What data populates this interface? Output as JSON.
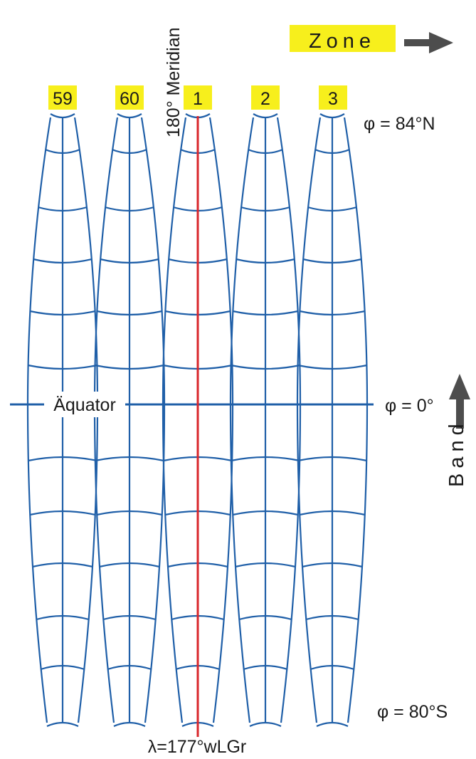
{
  "title_zone": "Zone",
  "band_label": "Band",
  "meridian_label": "180° Meridian",
  "zones": [
    "59",
    "60",
    "1",
    "2",
    "3"
  ],
  "equator_label": "Äquator",
  "lat_top": "φ = 84°N",
  "lat_equator": "φ = 0°",
  "lat_bottom": "φ = 80°S",
  "lambda_label": "λ=177°wLGr",
  "colors": {
    "grid": "#1f5fa8",
    "central_meridian": "#d9262b",
    "highlight": "#f7ef1c",
    "arrow": "#4d4d4d",
    "text": "#1a1a1a"
  }
}
